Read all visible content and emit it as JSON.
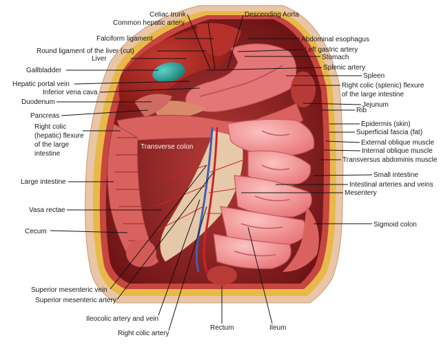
{
  "colors": {
    "background": "#ffffff",
    "abdominal_wall": "#e9c6a6",
    "fat_layer": "#e8b949",
    "muscle": "#c8463f",
    "cavity": "#8f1f22",
    "colon": "#d9625f",
    "small_intestine": "#f09393",
    "liver": "#a5231f",
    "stomach": "#e57677",
    "gallbladder": "#2aa69d",
    "vessel_red": "#c9252a",
    "vessel_blue": "#3c5fb8",
    "mesentery": "#e9d2b0",
    "leader_line": "#111111"
  },
  "labels": {
    "celiac_trunk": "Celiac trunk",
    "common_hepatic_artery": "Common hepatic artery",
    "descending_aorta": "Descending Aorta",
    "falciform_ligament": "Falciform ligament",
    "abdominal_esophagus": "Abdominal esophagus",
    "round_ligament": "Round ligament of the liver (cut)",
    "left_gastric_artery": "Left gastric artery",
    "liver": "Liver",
    "stomach": "Stomach",
    "gallbladder": "Gallbladder",
    "splenic_artery": "Splenic artery",
    "spleen": "Spleen",
    "hepatic_portal_vein": "Hepatic portal vein",
    "inferior_vena_cava": "Inferior vena cava",
    "right_colic_flexure_left": "Right colic (splenic) flexure",
    "right_colic_flexure_left_2": "of the large intestine",
    "duodenum": "Duodenum",
    "jejunum": "Jejunum",
    "rib": "Rib",
    "pancreas": "Pancreas",
    "right_colic_hepatic_1": "Right colic",
    "right_colic_hepatic_2": "(hepatic) flexure",
    "right_colic_hepatic_3": "of the large",
    "right_colic_hepatic_4": "intestine",
    "epidermis": "Epidermis (skin)",
    "superficial_fascia": "Superficial fascia (fat)",
    "external_oblique": "External oblique muscle",
    "transverse_colon": "Transverse colon",
    "internal_oblique": "Internal oblique muscle",
    "transversus_abdominis": "Transversus abdominis muscle",
    "large_intestine": "Large intestine",
    "small_intestine": "Small intestine",
    "intestinal_arteries": "Intestinal arteries and veins",
    "mesentery": "Mesentery",
    "vasa_recta": "Vasa rectae",
    "sigmoid_colon": "Sigmoid colon",
    "cecum": "Cecum",
    "superior_mesenteric_vein": "Superior mesenteric vein",
    "superior_mesenteric_artery": "Superior mesenteric artery",
    "ileocolic": "Ileocolic artery and vein",
    "rectum": "Rectum",
    "ileum": "Ileum",
    "right_colic_artery": "Right colic artery"
  }
}
